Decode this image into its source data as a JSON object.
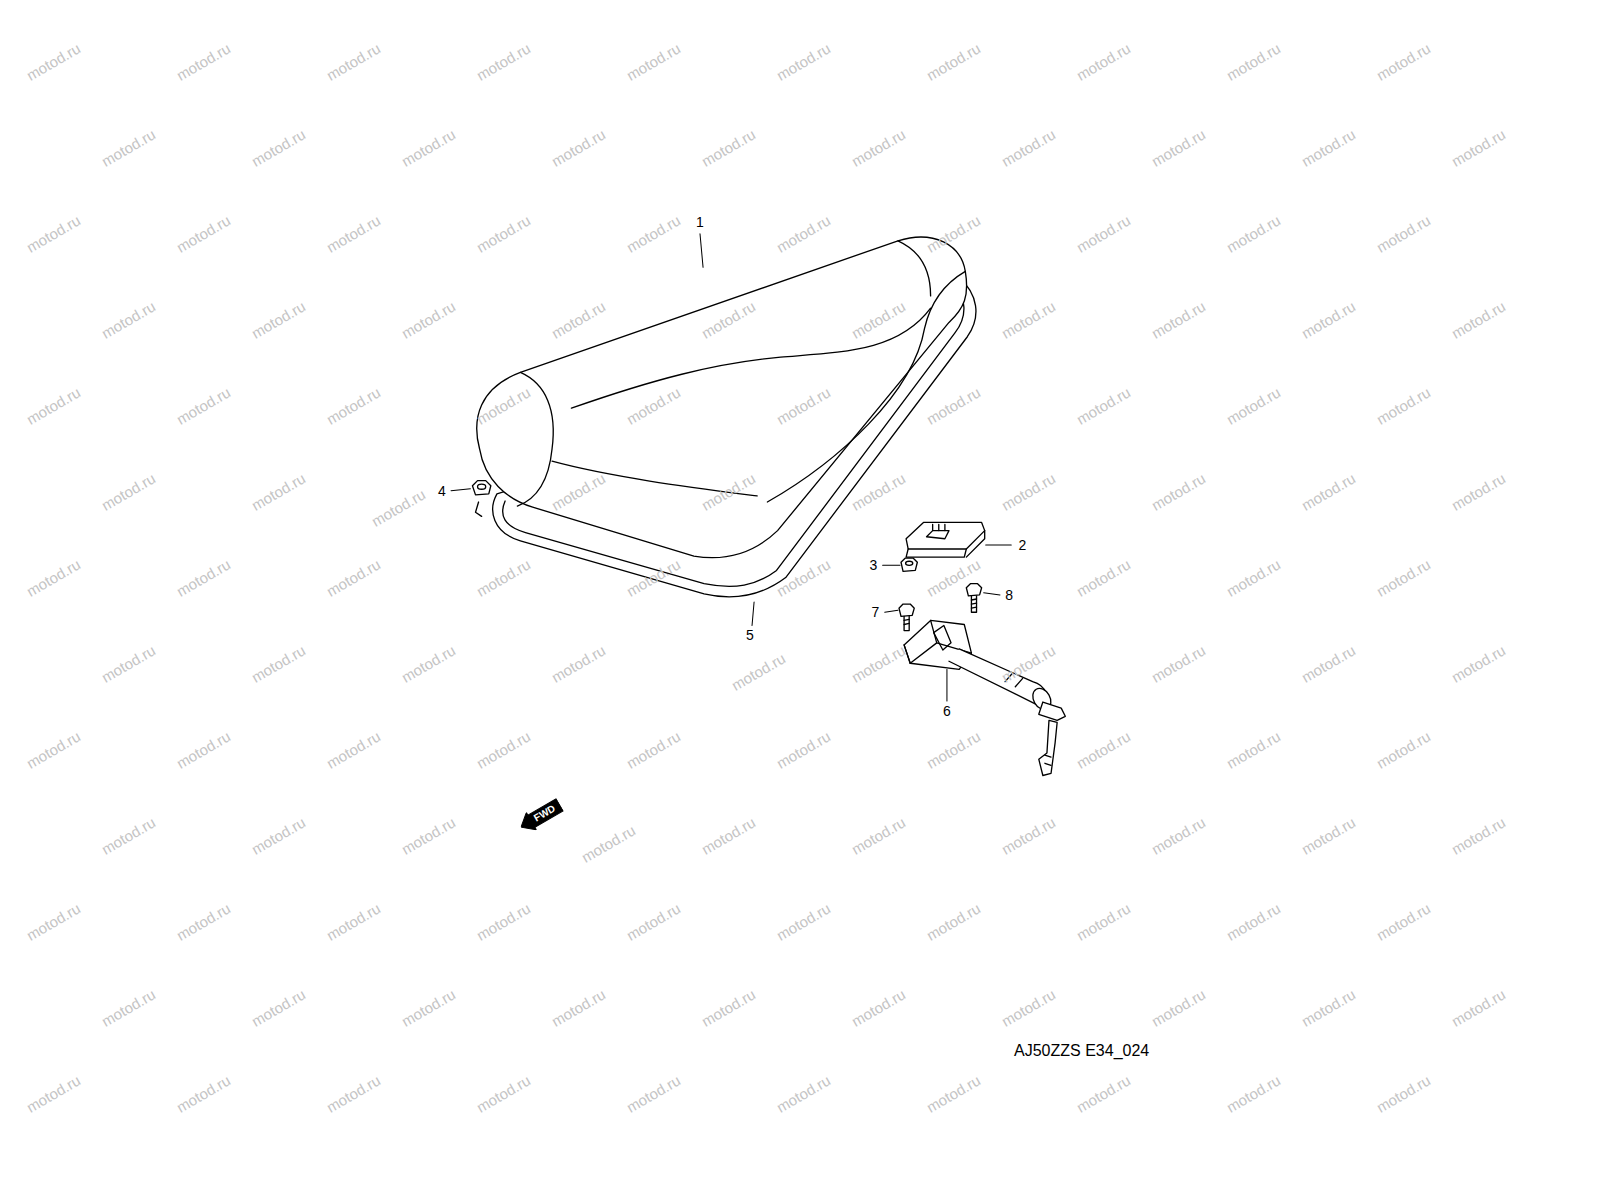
{
  "diagram": {
    "nodes": [
      {
        "text": [
          "FWD"
        ]
      }
    ],
    "labels": [
      "1",
      "2",
      "3",
      "4",
      "5",
      "6",
      "7",
      "8",
      "AJ50ZZS E34_024",
      "motod.ru",
      "motod.ru",
      "motod.ru",
      "motod.ru",
      "motod.ru",
      "motod.ru",
      "motod.ru",
      "motod.ru",
      "motod.ru",
      "motod.ru",
      "motod.ru",
      "motod.ru",
      "motod.ru",
      "motod.ru",
      "motod.ru",
      "motod.ru",
      "motod.ru",
      "motod.ru",
      "motod.ru",
      "motod.ru",
      "motod.ru",
      "motod.ru",
      "motod.ru",
      "motod.ru",
      "motod.ru",
      "motod.ru",
      "motod.ru",
      "motod.ru",
      "motod.ru",
      "motod.ru",
      "motod.ru",
      "motod.ru",
      "motod.ru",
      "motod.ru",
      "motod.ru",
      "motod.ru",
      "motod.ru",
      "motod.ru",
      "motod.ru",
      "motod.ru",
      "motod.ru",
      "motod.ru",
      "motod.ru",
      "motod.ru",
      "motod.ru",
      "motod.ru",
      "motod.ru",
      "motod.ru",
      "motod.ru",
      "motod.ru",
      "motod.ru",
      "motod.ru",
      "motod.ru",
      "motod.ru",
      "motod.ru",
      "motod.ru",
      "motod.ru",
      "motod.ru",
      "motod.ru",
      "motod.ru",
      "motod.ru",
      "motod.ru",
      "motod.ru",
      "motod.ru",
      "motod.ru",
      "motod.ru",
      "motod.ru",
      "motod.ru",
      "motod.ru",
      "motod.ru",
      "motod.ru",
      "motod.ru",
      "motod.ru",
      "motod.ru",
      "motod.ru",
      "motod.ru",
      "motod.ru",
      "motod.ru",
      "motod.ru",
      "motod.ru",
      "motod.ru",
      "motod.ru",
      "motod.ru",
      "motod.ru",
      "motod.ru",
      "motod.ru",
      "motod.ru",
      "motod.ru",
      "motod.ru",
      "motod.ru",
      "motod.ru",
      "motod.ru",
      "motod.ru",
      "motod.ru",
      "motod.ru",
      "motod.ru",
      "motod.ru",
      "motod.ru",
      "motod.ru",
      "motod.ru",
      "motod.ru",
      "motod.ru",
      "motod.ru",
      "motod.ru",
      "motod.ru",
      "motod.ru",
      "motod.ru",
      "motod.ru",
      "motod.ru",
      "motod.ru",
      "motod.ru",
      "motod.ru",
      "motod.ru",
      "motod.ru",
      "motod.ru",
      "motod.ru",
      "motod.ru",
      "motod.ru",
      "motod.ru",
      "motod.ru",
      "motod.ru",
      "motod.ru",
      "motod.ru",
      "motod.ru",
      "motod.ru",
      "motod.ru",
      "motod.ru",
      "motod.ru",
      "motod.ru",
      "motod.ru"
    ]
  }
}
